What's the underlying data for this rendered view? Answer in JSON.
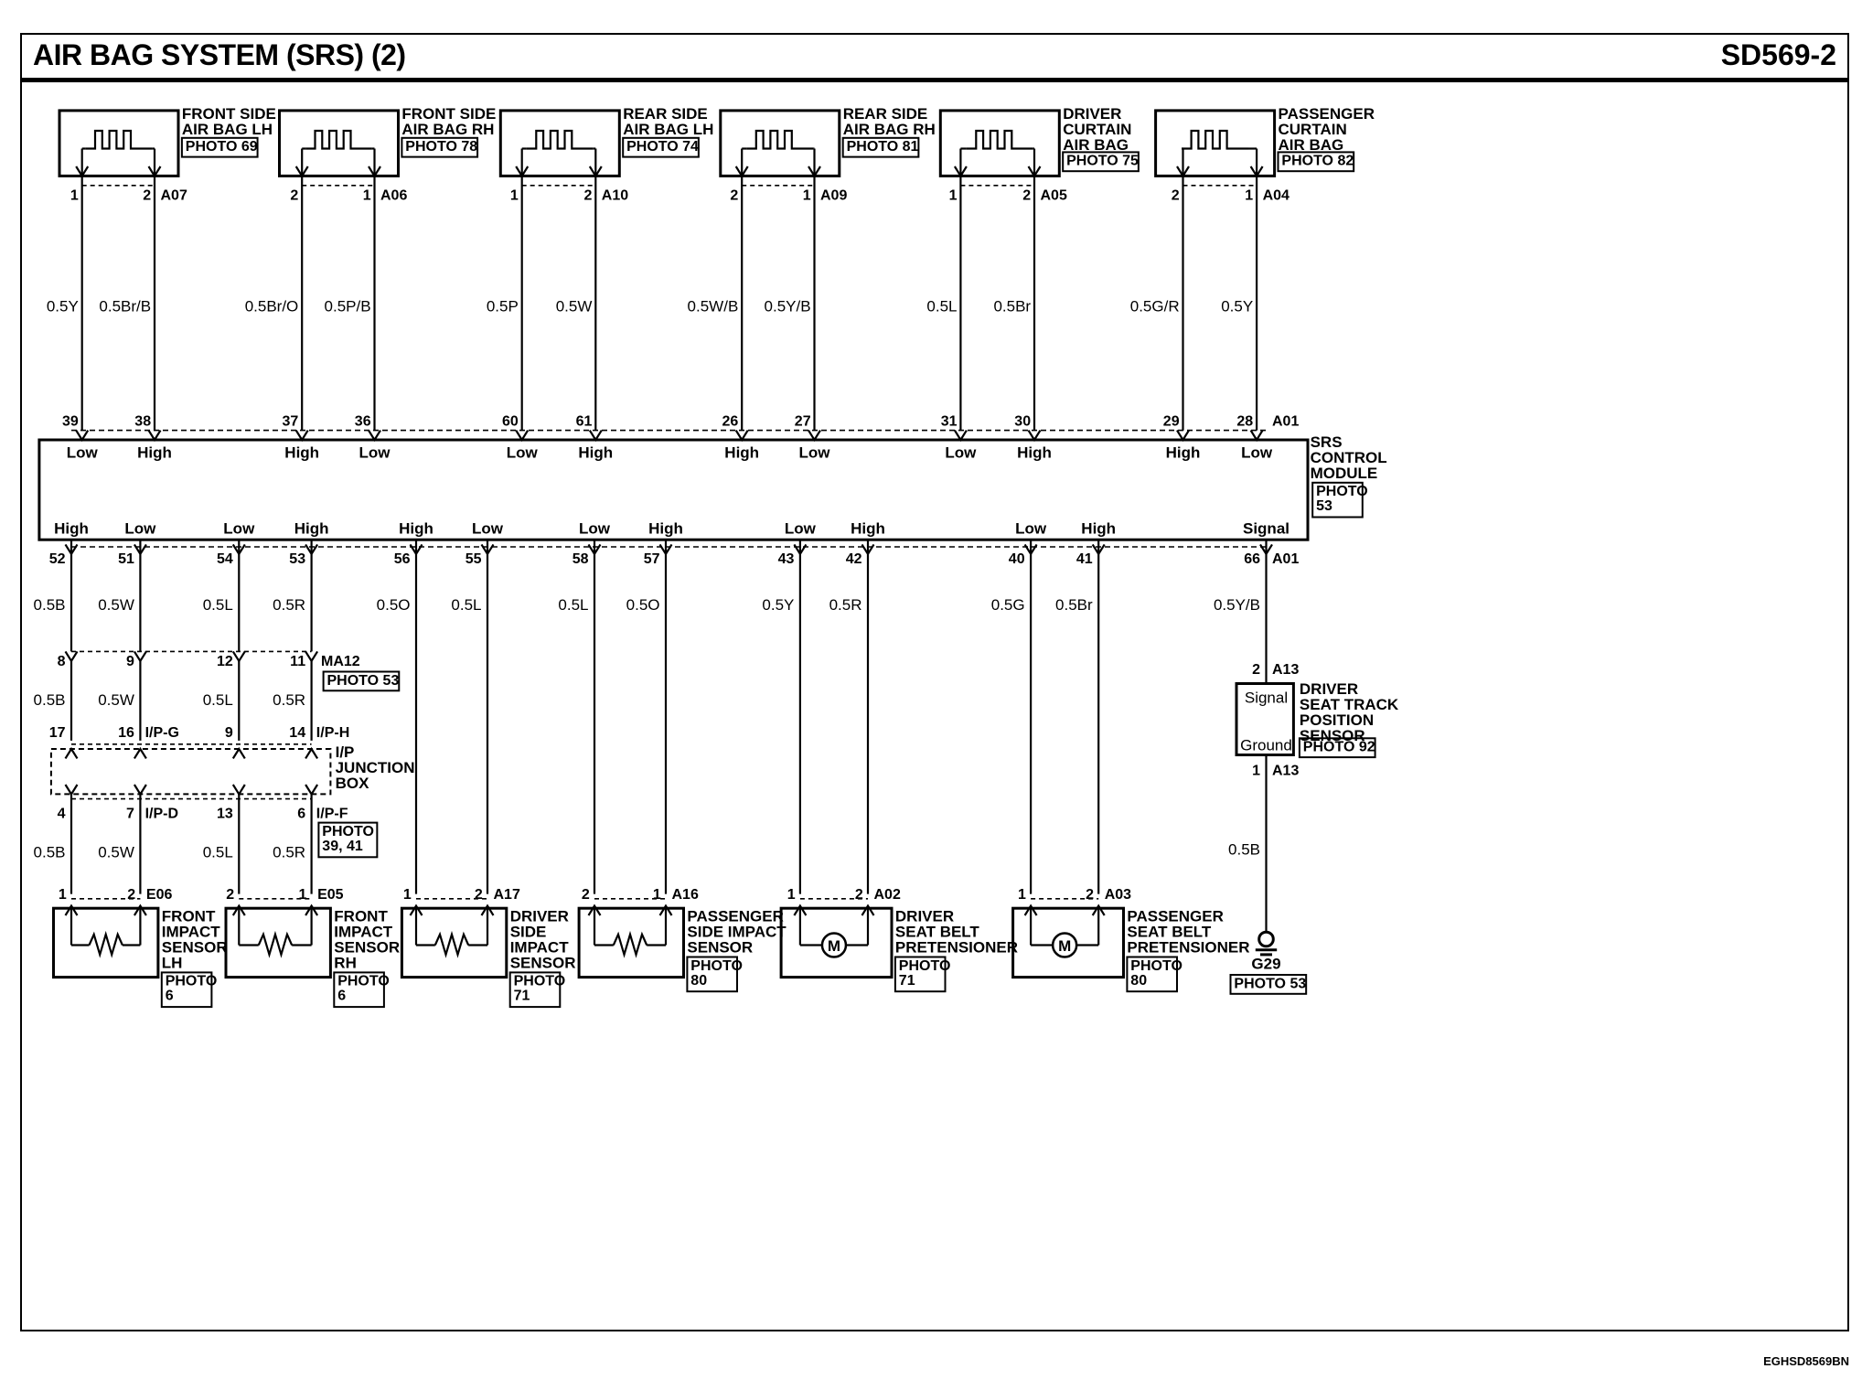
{
  "header": {
    "title": "AIR BAG SYSTEM (SRS) (2)",
    "code": "SD569-2"
  },
  "footer": {
    "ref": "EGHSD8569BN"
  },
  "srs_module": {
    "name": "SRS\nCONTROL\nMODULE",
    "photo": "PHOTO\n53",
    "top_connector": "A01",
    "bottom_connector": "A01"
  },
  "airbags": [
    {
      "name": "FRONT SIDE\nAIR BAG LH",
      "photo": "PHOTO 69",
      "connector": "A07",
      "pins": [
        "1",
        "2"
      ],
      "wires": [
        "0.5Y",
        "0.5Br/B"
      ],
      "module_pins": [
        "39",
        "38"
      ],
      "roles": [
        "Low",
        "High"
      ]
    },
    {
      "name": "FRONT SIDE\nAIR BAG RH",
      "photo": "PHOTO 78",
      "connector": "A06",
      "pins": [
        "2",
        "1"
      ],
      "wires": [
        "0.5Br/O",
        "0.5P/B"
      ],
      "module_pins": [
        "37",
        "36"
      ],
      "roles": [
        "High",
        "Low"
      ]
    },
    {
      "name": "REAR SIDE\nAIR BAG LH",
      "photo": "PHOTO 74",
      "connector": "A10",
      "pins": [
        "1",
        "2"
      ],
      "wires": [
        "0.5P",
        "0.5W"
      ],
      "module_pins": [
        "60",
        "61"
      ],
      "roles": [
        "Low",
        "High"
      ]
    },
    {
      "name": "REAR SIDE\nAIR BAG RH",
      "photo": "PHOTO 81",
      "connector": "A09",
      "pins": [
        "2",
        "1"
      ],
      "wires": [
        "0.5W/B",
        "0.5Y/B"
      ],
      "module_pins": [
        "26",
        "27"
      ],
      "roles": [
        "High",
        "Low"
      ]
    },
    {
      "name": "DRIVER\nCURTAIN\nAIR BAG",
      "photo": "PHOTO 75",
      "connector": "A05",
      "pins": [
        "1",
        "2"
      ],
      "wires": [
        "0.5L",
        "0.5Br"
      ],
      "module_pins": [
        "31",
        "30"
      ],
      "roles": [
        "Low",
        "High"
      ]
    },
    {
      "name": "PASSENGER\nCURTAIN\nAIR BAG",
      "photo": "PHOTO 82",
      "connector": "A04",
      "pins": [
        "2",
        "1"
      ],
      "wires": [
        "0.5G/R",
        "0.5Y"
      ],
      "module_pins": [
        "29",
        "28"
      ],
      "roles": [
        "High",
        "Low"
      ]
    }
  ],
  "bottom_circuits": {
    "roles": [
      "High",
      "Low",
      "Low",
      "High",
      "High",
      "Low",
      "Low",
      "High",
      "Low",
      "High",
      "Low",
      "High",
      "Signal"
    ],
    "module_pins": [
      "52",
      "51",
      "54",
      "53",
      "56",
      "55",
      "58",
      "57",
      "43",
      "42",
      "40",
      "41",
      "66"
    ],
    "wires_upper": [
      "0.5B",
      "0.5W",
      "0.5L",
      "0.5R",
      "0.5O",
      "0.5L",
      "0.5L",
      "0.5O",
      "0.5Y",
      "0.5R",
      "0.5G",
      "0.5Br",
      "0.5Y/B"
    ],
    "ma12": {
      "pins": [
        "8",
        "9",
        "12",
        "11"
      ],
      "connector": "MA12",
      "photo": "PHOTO 53",
      "wires": [
        "0.5B",
        "0.5W",
        "0.5L",
        "0.5R"
      ]
    },
    "ip_top": {
      "pins": [
        "17",
        "16",
        "9",
        "14"
      ],
      "conn1": "I/P-G",
      "conn2": "I/P-H"
    },
    "junction_box": "I/P\nJUNCTION\nBOX",
    "ip_bottom": {
      "pins": [
        "4",
        "7",
        "13",
        "6"
      ],
      "conn1": "I/P-D",
      "conn2": "I/P-F",
      "photo": "PHOTO\n39, 41",
      "wires": [
        "0.5B",
        "0.5W",
        "0.5L",
        "0.5R"
      ]
    }
  },
  "sensors": [
    {
      "name": "FRONT\nIMPACT\nSENSOR\nLH",
      "photo": "PHOTO\n6",
      "connector": "E06",
      "pins": [
        "1",
        "2"
      ],
      "type": "resistor"
    },
    {
      "name": "FRONT\nIMPACT\nSENSOR\nRH",
      "photo": "PHOTO\n6",
      "connector": "E05",
      "pins": [
        "2",
        "1"
      ],
      "type": "resistor"
    },
    {
      "name": "DRIVER\nSIDE\nIMPACT\nSENSOR",
      "photo": "PHOTO\n71",
      "connector": "A17",
      "pins": [
        "1",
        "2"
      ],
      "type": "resistor"
    },
    {
      "name": "PASSENGER\nSIDE IMPACT\nSENSOR",
      "photo": "PHOTO\n80",
      "connector": "A16",
      "pins": [
        "2",
        "1"
      ],
      "type": "resistor"
    },
    {
      "name": "DRIVER\nSEAT BELT\nPRETENSIONER",
      "photo": "PHOTO\n71",
      "connector": "A02",
      "pins": [
        "1",
        "2"
      ],
      "type": "motor",
      "symbol": "M"
    },
    {
      "name": "PASSENGER\nSEAT BELT\nPRETENSIONER",
      "photo": "PHOTO\n80",
      "connector": "A03",
      "pins": [
        "1",
        "2"
      ],
      "type": "motor",
      "symbol": "M"
    }
  ],
  "seat_track": {
    "name": "DRIVER\nSEAT TRACK\nPOSITION\nSENSOR",
    "photo": "PHOTO 92",
    "connector": "A13",
    "pin_top": "2",
    "pin_bottom": "1",
    "signal": "Signal",
    "ground": "Ground",
    "wire_bottom": "0.5B"
  },
  "ground": {
    "name": "G29",
    "photo": "PHOTO 53"
  },
  "colors": {
    "line": "#000000",
    "background": "#ffffff"
  }
}
